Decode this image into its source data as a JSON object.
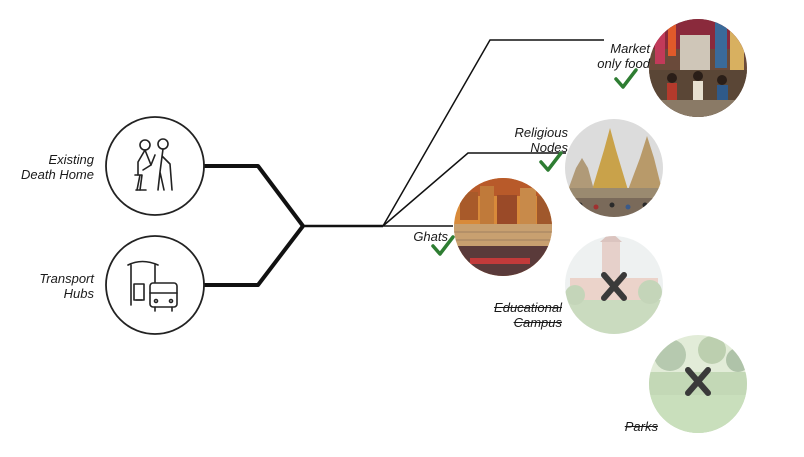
{
  "sources": [
    {
      "id": "death-home",
      "label_lines": [
        "Existing",
        "Death Home"
      ],
      "icon": "elderly-couple-icon"
    },
    {
      "id": "transport",
      "label_lines": [
        "Transport",
        "Hubs"
      ],
      "icon": "bus-stop-icon"
    }
  ],
  "destinations": [
    {
      "id": "market",
      "label_lines": [
        "Market",
        "only food"
      ],
      "status": "selected",
      "mark": "check-icon",
      "photo": "market-photo"
    },
    {
      "id": "religious",
      "label_lines": [
        "Religious",
        "Nodes"
      ],
      "status": "selected",
      "mark": "check-icon",
      "photo": "temple-photo"
    },
    {
      "id": "ghats",
      "label_lines": [
        "Ghats"
      ],
      "status": "selected",
      "mark": "check-icon",
      "photo": "ghats-photo"
    },
    {
      "id": "educational",
      "label_lines": [
        "Educational",
        "Campus"
      ],
      "status": "rejected",
      "mark": "cross-icon",
      "photo": "campus-photo"
    },
    {
      "id": "parks",
      "label_lines": [
        "Parks"
      ],
      "status": "rejected",
      "mark": "cross-icon",
      "photo": "park-photo"
    }
  ],
  "colors": {
    "line": "#111111",
    "check": "#2e7d32",
    "cross": "#3a3a3a",
    "circle_stroke": "#222222"
  }
}
